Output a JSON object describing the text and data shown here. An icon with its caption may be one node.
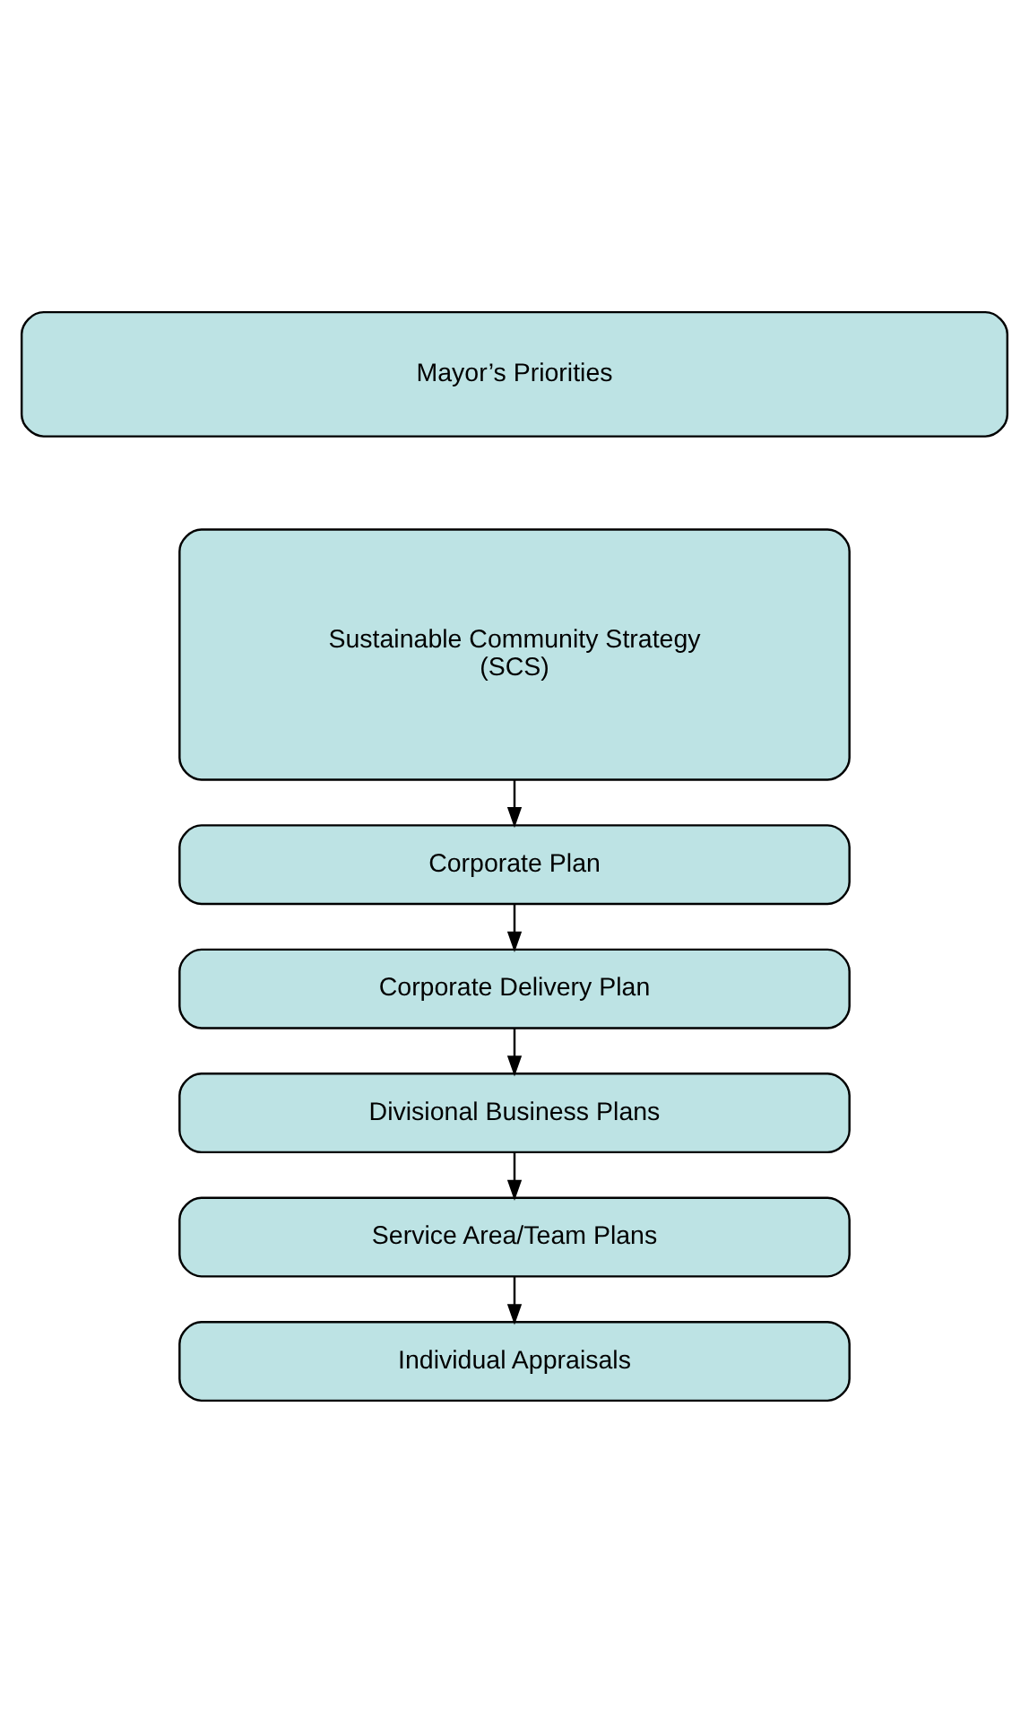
{
  "diagram": {
    "nodes": [
      {
        "text": [
          "Mayor’s Priorities"
        ]
      },
      {
        "text": [
          "Sustainable Community Strategy (SCS)"
        ]
      },
      {
        "text": [
          "Corporate Plan"
        ]
      },
      {
        "text": [
          "Corporate Delivery Plan"
        ]
      },
      {
        "text": [
          "Divisional Business Plans"
        ]
      },
      {
        "text": [
          "Service Area/Team Plans"
        ]
      },
      {
        "text": [
          "Individual Appraisals"
        ]
      }
    ],
    "edges": [
      {
        "from": 1,
        "to": 2,
        "arrow": "to"
      },
      {
        "from": 2,
        "to": 3,
        "arrow": "to"
      },
      {
        "from": 3,
        "to": 4,
        "arrow": "to"
      },
      {
        "from": 4,
        "to": 5,
        "arrow": "to"
      },
      {
        "from": 5,
        "to": 6,
        "arrow": "to"
      }
    ]
  }
}
